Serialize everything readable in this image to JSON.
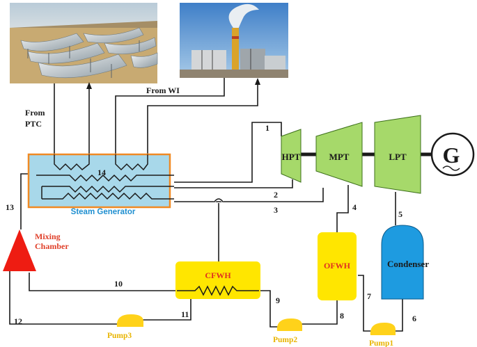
{
  "photos": {
    "ptc_field": "parabolic trough collector field photo",
    "power_plant": "waste incineration plant photo"
  },
  "labels": {
    "from_ptc_line1": "From",
    "from_ptc_line2": "PTC",
    "from_wi": "From WI",
    "steam_generator": "Steam Generator",
    "mixing_chamber_line1": "Mixing",
    "mixing_chamber_line2": "Chamber",
    "hpt": "HPT",
    "mpt": "MPT",
    "lpt": "LPT",
    "generator": "G",
    "condenser": "Condenser",
    "ofwh": "OFWH",
    "cfwh": "CFWH",
    "pump1": "Pump1",
    "pump2": "Pump2",
    "pump3": "Pump3"
  },
  "states": [
    "1",
    "2",
    "3",
    "4",
    "5",
    "6",
    "7",
    "8",
    "9",
    "10",
    "11",
    "12",
    "13",
    "14"
  ],
  "colors": {
    "turbine": "#a6d96a",
    "steam_generator_fill": "#a8d8ea",
    "steam_generator_border": "#f08a24",
    "steam_generator_text": "#1f8fd0",
    "mixing_chamber": "#ee1c12",
    "mixing_text": "#e0402a",
    "heater": "#ffe600",
    "heater_text": "#e03020",
    "pump": "#ffd21a",
    "pump_text": "#e8b400",
    "condenser": "#1e9be0",
    "line": "#1a1a1a"
  }
}
